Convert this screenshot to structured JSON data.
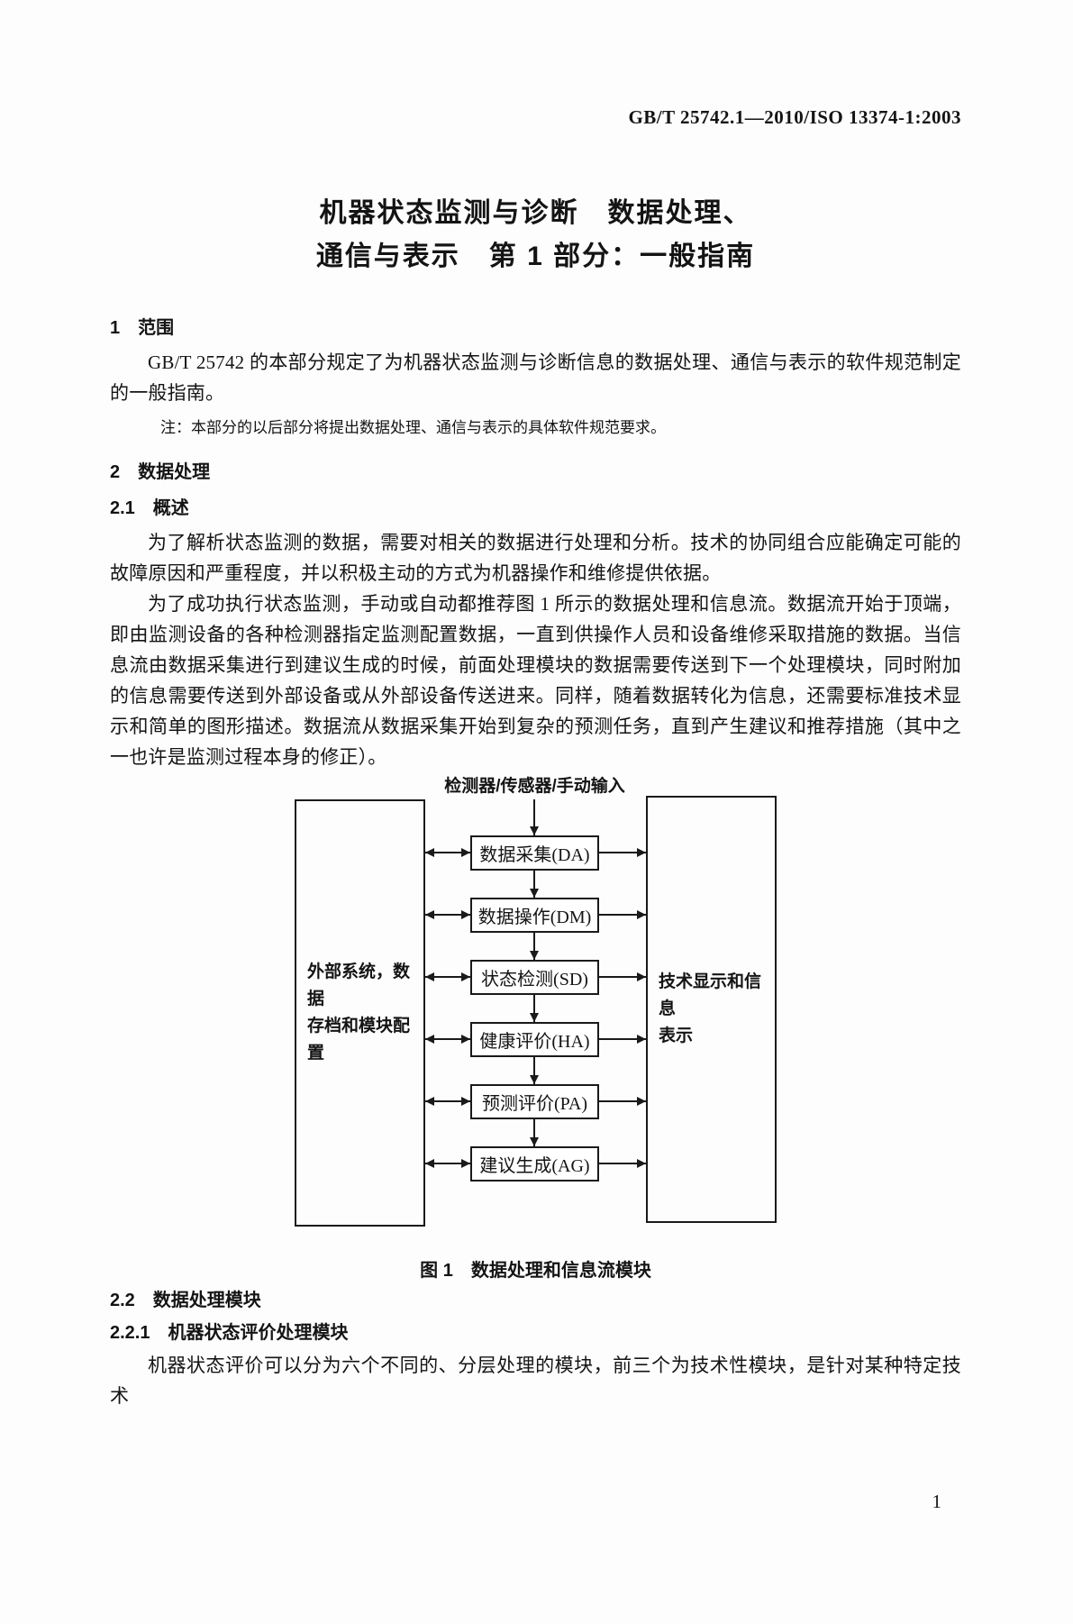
{
  "header": {
    "standard_code": "GB/T 25742.1—2010/ISO 13374-1:2003"
  },
  "title": {
    "line1": "机器状态监测与诊断　数据处理、",
    "line2": "通信与表示　第 1 部分：一般指南"
  },
  "scope": {
    "heading": "1　范围",
    "para": "GB/T 25742 的本部分规定了为机器状态监测与诊断信息的数据处理、通信与表示的软件规范制定的一般指南。",
    "note": "注：本部分的以后部分将提出数据处理、通信与表示的具体软件规范要求。"
  },
  "dp": {
    "heading": "2　数据处理",
    "overview": {
      "heading": "2.1　概述",
      "para1": "为了解析状态监测的数据，需要对相关的数据进行处理和分析。技术的协同组合应能确定可能的故障原因和严重程度，并以积极主动的方式为机器操作和维修提供依据。",
      "para2": "为了成功执行状态监测，手动或自动都推荐图 1 所示的数据处理和信息流。数据流开始于顶端，即由监测设备的各种检测器指定监测配置数据，一直到供操作人员和设备维修采取措施的数据。当信息流由数据采集进行到建议生成的时候，前面处理模块的数据需要传送到下一个处理模块，同时附加的信息需要传送到外部设备或从外部设备传送进来。同样，随着数据转化为信息，还需要标准技术显示和简单的图形描述。数据流从数据采集开始到复杂的预测任务，直到产生建议和推荐措施（其中之一也许是监测过程本身的修正）。"
    }
  },
  "figure": {
    "top_label": "检测器/传感器/手动输入",
    "left_box": {
      "line1": "外部系统，数据",
      "line2": "存档和模块配置"
    },
    "right_box": {
      "line1": "技术显示和信息",
      "line2": "表示"
    },
    "modules": [
      {
        "label": "数据采集(DA)"
      },
      {
        "label": "数据操作(DM)"
      },
      {
        "label": "状态检测(SD)"
      },
      {
        "label": "健康评价(HA)"
      },
      {
        "label": "预测评价(PA)"
      },
      {
        "label": "建议生成(AG)"
      }
    ],
    "caption": "图 1　数据处理和信息流模块"
  },
  "modules_section": {
    "heading": "2.2　数据处理模块",
    "sub": {
      "heading": "2.2.1　机器状态评价处理模块",
      "para": "机器状态评价可以分为六个不同的、分层处理的模块，前三个为技术性模块，是针对某种特定技术"
    }
  },
  "footer": {
    "page_number": "1"
  }
}
